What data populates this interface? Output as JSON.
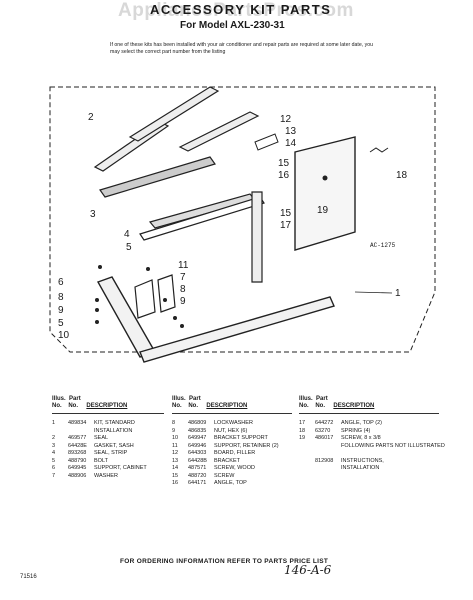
{
  "header": {
    "watermark": "AppliancePartsPros.com",
    "title": "ACCESSORY KIT PARTS",
    "subtitle": "For Model AXL-230-31",
    "notice": "If one of these kits has been installed with your air conditioner and repair parts are required at some later date, you may select the correct part number from the listing"
  },
  "diagram": {
    "figure_code": "AC-1275",
    "callouts": [
      "1",
      "2",
      "3",
      "4",
      "5",
      "5",
      "6",
      "7",
      "8",
      "9",
      "9",
      "10",
      "11",
      "12",
      "13",
      "14",
      "15",
      "15",
      "16",
      "17",
      "18",
      "19"
    ]
  },
  "table": {
    "col_headers": {
      "illus": "Illus.",
      "part": "Part",
      "no": "No.",
      "no2": "No.",
      "description": "DESCRIPTION"
    },
    "columns": [
      {
        "rows": [
          {
            "n": "1",
            "p": "489834",
            "d": "KIT, STANDARD"
          },
          {
            "n": "",
            "p": "",
            "d": "INSTALLATION"
          },
          {
            "n": "2",
            "p": "469577",
            "d": "SEAL"
          },
          {
            "n": "3",
            "p": "64428E",
            "d": "GASKET, SASH"
          },
          {
            "n": "4",
            "p": "893268",
            "d": "SEAL, STRIP"
          },
          {
            "n": "5",
            "p": "488790",
            "d": "BOLT"
          },
          {
            "n": "6",
            "p": "649945",
            "d": "SUPPORT, CABINET"
          },
          {
            "n": "7",
            "p": "488906",
            "d": "WASHER"
          }
        ]
      },
      {
        "rows": [
          {
            "n": "8",
            "p": "486809",
            "d": "LOCKWASHER"
          },
          {
            "n": "9",
            "p": "486835",
            "d": "NUT, HEX (6)"
          },
          {
            "n": "10",
            "p": "649947",
            "d": "BRACKET SUPPORT"
          },
          {
            "n": "11",
            "p": "649946",
            "d": "SUPPORT, RETAINER (2)"
          },
          {
            "n": "12",
            "p": "644303",
            "d": "BOARD, FILLER"
          },
          {
            "n": "13",
            "p": "64428B",
            "d": "BRACKET"
          },
          {
            "n": "14",
            "p": "487571",
            "d": "SCREW, WOOD"
          },
          {
            "n": "15",
            "p": "488720",
            "d": "SCREW"
          },
          {
            "n": "16",
            "p": "644171",
            "d": "ANGLE, TOP"
          }
        ]
      },
      {
        "rows": [
          {
            "n": "17",
            "p": "644272",
            "d": "ANGLE, TOP (2)"
          },
          {
            "n": "18",
            "p": "63270",
            "d": "SPRING (4)"
          },
          {
            "n": "19",
            "p": "486017",
            "d": "SCREW, 8 x 3/8"
          },
          {
            "n": "",
            "p": "",
            "d": "FOLLOWING PARTS NOT ILLUSTRATED"
          },
          {
            "n": "",
            "p": "",
            "d": ""
          },
          {
            "n": "",
            "p": "812908",
            "d": "INSTRUCTIONS,"
          },
          {
            "n": "",
            "p": "",
            "d": "INSTALLATION"
          }
        ]
      }
    ]
  },
  "footer": {
    "ordering": "FOR ORDERING INFORMATION REFER TO PARTS PRICE LIST",
    "page_code": "71516",
    "handwritten": "146-A-6"
  }
}
